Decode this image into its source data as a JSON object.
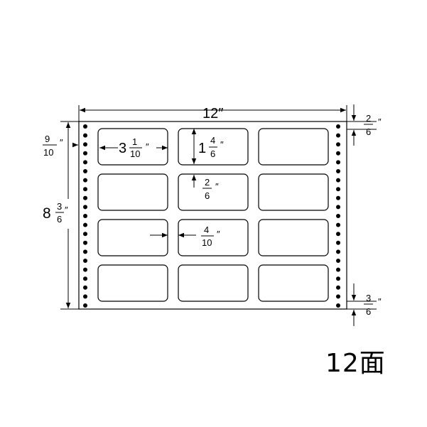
{
  "dimensions": {
    "width": {
      "whole": "12",
      "unit": "″"
    },
    "height": {
      "whole": "8",
      "num": "3",
      "den": "6",
      "unit": "″"
    },
    "label_width": {
      "whole": "3",
      "num": "1",
      "den": "10",
      "unit": "″"
    },
    "label_height": {
      "whole": "1",
      "num": "4",
      "den": "6",
      "unit": "″"
    },
    "top_margin": {
      "num": "9",
      "den": "10",
      "unit": "″"
    },
    "vertical_gap": {
      "num": "2",
      "den": "6",
      "unit": "″"
    },
    "horizontal_gap": {
      "num": "4",
      "den": "10",
      "unit": "″"
    },
    "right_top_offset": {
      "num": "2",
      "den": "6",
      "unit": "″"
    },
    "right_bottom_offset": {
      "num": "3",
      "den": "6",
      "unit": "″"
    }
  },
  "layout": {
    "columns": 3,
    "rows": 4
  },
  "caption": "12面"
}
